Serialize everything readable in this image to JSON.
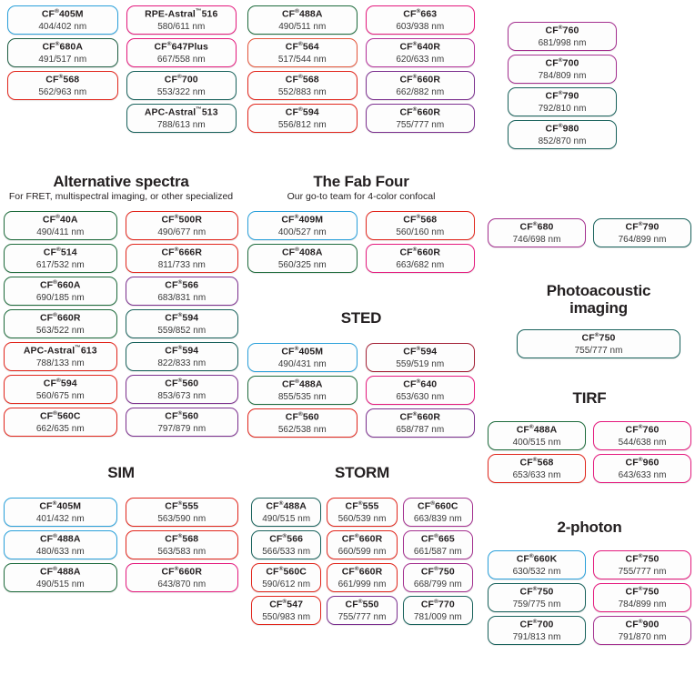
{
  "sections": [
    {
      "id": "top-left",
      "title": "",
      "subtitle": "",
      "columns": [
        [
          {
            "name": "CF®405M",
            "spec": "404/402 nm",
            "color": "#2aa0da"
          },
          {
            "name": "CF®680A",
            "spec": "491/517 nm",
            "color": "#1e5e43"
          },
          {
            "name": "CF®568",
            "spec": "562/963 nm",
            "color": "#e1261c"
          }
        ],
        [
          {
            "name": "RPE-Astral™516",
            "spec": "580/611 nm",
            "color": "#e4197d"
          },
          {
            "name": "CF®647Plus",
            "spec": "667/558 nm",
            "color": "#e4197d"
          },
          {
            "name": "CF®700",
            "spec": "553/322 nm",
            "color": "#19625c"
          },
          {
            "name": "APC-Astral™513",
            "spec": "788/613 nm",
            "color": "#19625c"
          }
        ]
      ]
    },
    {
      "id": "top-mid",
      "title": "",
      "subtitle": "",
      "columns": [
        [
          {
            "name": "CF®488A",
            "spec": "490/511 nm",
            "color": "#1e6b3c"
          },
          {
            "name": "CF®564",
            "spec": "517/544 nm",
            "color": "#e4553a"
          },
          {
            "name": "CF®568",
            "spec": "552/883 nm",
            "color": "#e1261c"
          },
          {
            "name": "CF®594",
            "spec": "556/812 nm",
            "color": "#e1261c"
          }
        ],
        [
          {
            "name": "CF®663",
            "spec": "603/938 nm",
            "color": "#e4197d"
          },
          {
            "name": "CF®640R",
            "spec": "620/633 nm",
            "color": "#b4309a"
          },
          {
            "name": "CF®660R",
            "spec": "662/882 nm",
            "color": "#7b2f8e"
          },
          {
            "name": "CF®660R",
            "spec": "755/777 nm",
            "color": "#7b2f8e"
          }
        ]
      ]
    },
    {
      "id": "top-right",
      "title": "",
      "subtitle": "",
      "columns": [
        [
          {
            "name": "CF®760",
            "spec": "681/998 nm",
            "color": "#a4308f"
          },
          {
            "name": "CF®700",
            "spec": "784/809 nm",
            "color": "#a4308f"
          },
          {
            "name": "CF®790",
            "spec": "792/810 nm",
            "color": "#19625c"
          },
          {
            "name": "CF®980",
            "spec": "852/870 nm",
            "color": "#19625c"
          }
        ]
      ]
    },
    {
      "id": "alternative-spectra",
      "title": "Alternative spectra",
      "subtitle": "For FRET, multispectral imaging, or other specialized",
      "columns": [
        [
          {
            "name": "CF®40A",
            "spec": "490/411 nm",
            "color": "#1e6b3c"
          },
          {
            "name": "CF®514",
            "spec": "617/532 nm",
            "color": "#1e6b3c"
          },
          {
            "name": "CF®660A",
            "spec": "690/185 nm",
            "color": "#1e6b3c"
          },
          {
            "name": "CF®660R",
            "spec": "563/522 nm",
            "color": "#1e6b3c"
          },
          {
            "name": "APC-Astral™613",
            "spec": "788/133 nm",
            "color": "#e1261c"
          },
          {
            "name": "CF®594",
            "spec": "560/675 nm",
            "color": "#e1261c"
          },
          {
            "name": "CF®560C",
            "spec": "662/635 nm",
            "color": "#e1261c"
          }
        ],
        [
          {
            "name": "CF®500R",
            "spec": "490/677 nm",
            "color": "#e1261c"
          },
          {
            "name": "CF®666R",
            "spec": "811/733 nm",
            "color": "#e1261c"
          },
          {
            "name": "CF®566",
            "spec": "683/831 nm",
            "color": "#7b2f8e"
          },
          {
            "name": "CF®594",
            "spec": "559/852 nm",
            "color": "#19625c"
          },
          {
            "name": "CF®594",
            "spec": "822/833 nm",
            "color": "#19625c"
          },
          {
            "name": "CF®560",
            "spec": "853/673 nm",
            "color": "#7b2f8e"
          },
          {
            "name": "CF®560",
            "spec": "797/879 nm",
            "color": "#7b2f8e"
          }
        ]
      ]
    },
    {
      "id": "fab-four",
      "title": "The Fab Four",
      "subtitle": "Our go-to team for 4-color confocal",
      "columns": [
        [
          {
            "name": "CF®409M",
            "spec": "400/527 nm",
            "color": "#2aa0da"
          },
          {
            "name": "CF®408A",
            "spec": "560/325 nm",
            "color": "#1e6b3c"
          }
        ],
        [
          {
            "name": "CF®568",
            "spec": "560/160 nm",
            "color": "#e1261c"
          },
          {
            "name": "CF®660R",
            "spec": "663/682 nm",
            "color": "#e4197d"
          }
        ]
      ]
    },
    {
      "id": "sted",
      "title": "STED",
      "subtitle": "",
      "columns": [
        [
          {
            "name": "CF®405M",
            "spec": "490/431 nm",
            "color": "#2aa0da"
          },
          {
            "name": "CF®488A",
            "spec": "855/535 nm",
            "color": "#1e6b3c"
          },
          {
            "name": "CF®560",
            "spec": "562/538 nm",
            "color": "#e1261c"
          }
        ],
        [
          {
            "name": "CF®594",
            "spec": "559/519 nm",
            "color": "#a31f34"
          },
          {
            "name": "CF®640",
            "spec": "653/630 nm",
            "color": "#e4197d"
          },
          {
            "name": "CF®660R",
            "spec": "658/787 nm",
            "color": "#7b2f8e"
          }
        ]
      ]
    },
    {
      "id": "sim",
      "title": "SIM",
      "subtitle": "",
      "columns": [
        [
          {
            "name": "CF®405M",
            "spec": "401/432 nm",
            "color": "#2aa0da"
          },
          {
            "name": "CF®488A",
            "spec": "480/633 nm",
            "color": "#2aa0da"
          },
          {
            "name": "CF®488A",
            "spec": "490/515 nm",
            "color": "#1e6b3c"
          }
        ],
        [
          {
            "name": "CF®555",
            "spec": "563/590 nm",
            "color": "#e1261c"
          },
          {
            "name": "CF®568",
            "spec": "563/583 nm",
            "color": "#e1261c"
          },
          {
            "name": "CF®660R",
            "spec": "643/870 nm",
            "color": "#e4197d"
          }
        ]
      ]
    },
    {
      "id": "storm",
      "title": "STORM",
      "subtitle": "",
      "columns": [
        [
          {
            "name": "CF®488A",
            "spec": "490/515 nm",
            "color": "#19625c"
          },
          {
            "name": "CF®566",
            "spec": "566/533 nm",
            "color": "#19625c"
          },
          {
            "name": "CF®560C",
            "spec": "590/612 nm",
            "color": "#e1261c"
          },
          {
            "name": "CF®547",
            "spec": "550/983 nm",
            "color": "#e1261c"
          }
        ],
        [
          {
            "name": "CF®555",
            "spec": "560/539 nm",
            "color": "#e1261c"
          },
          {
            "name": "CF®660R",
            "spec": "660/599 nm",
            "color": "#e1261c"
          },
          {
            "name": "CF®660R",
            "spec": "661/999 nm",
            "color": "#e1261c"
          },
          {
            "name": "CF®550",
            "spec": "755/777 nm",
            "color": "#7b2f8e"
          }
        ],
        [
          {
            "name": "CF®660C",
            "spec": "663/839 nm",
            "color": "#a4308f"
          },
          {
            "name": "CF®665",
            "spec": "661/587 nm",
            "color": "#a4308f"
          },
          {
            "name": "CF®750",
            "spec": "668/799 nm",
            "color": "#a4308f"
          },
          {
            "name": "CF®770",
            "spec": "781/009 nm",
            "color": "#19625c"
          }
        ]
      ]
    },
    {
      "id": "right-pair",
      "title": "",
      "subtitle": "",
      "columns": [
        [
          {
            "name": "CF®680",
            "spec": "746/698 nm",
            "color": "#a4308f"
          }
        ],
        [
          {
            "name": "CF®790",
            "spec": "764/899 nm",
            "color": "#19625c"
          }
        ]
      ]
    },
    {
      "id": "photoacoustic",
      "title": "Photoacoustic imaging",
      "subtitle": "",
      "columns": [
        [
          {
            "name": "CF®750",
            "spec": "755/777 nm",
            "color": "#19625c"
          }
        ]
      ]
    },
    {
      "id": "tirf",
      "title": "TIRF",
      "subtitle": "",
      "columns": [
        [
          {
            "name": "CF®488A",
            "spec": "400/515 nm",
            "color": "#1e6b3c"
          },
          {
            "name": "CF®568",
            "spec": "653/633 nm",
            "color": "#e1261c"
          }
        ],
        [
          {
            "name": "CF®760",
            "spec": "544/638 nm",
            "color": "#e4197d"
          },
          {
            "name": "CF®960",
            "spec": "643/633 nm",
            "color": "#e4197d"
          }
        ]
      ]
    },
    {
      "id": "two-photon",
      "title": "2-photon",
      "subtitle": "",
      "columns": [
        [
          {
            "name": "CF®660K",
            "spec": "630/532 nm",
            "color": "#2aa0da"
          },
          {
            "name": "CF®750",
            "spec": "759/775 nm",
            "color": "#19625c"
          },
          {
            "name": "CF®700",
            "spec": "791/813 nm",
            "color": "#19625c"
          }
        ],
        [
          {
            "name": "CF®750",
            "spec": "755/777 nm",
            "color": "#e4197d"
          },
          {
            "name": "CF®750",
            "spec": "784/899 nm",
            "color": "#e4197d"
          },
          {
            "name": "CF®900",
            "spec": "791/870 nm",
            "color": "#a4308f"
          }
        ]
      ]
    }
  ]
}
